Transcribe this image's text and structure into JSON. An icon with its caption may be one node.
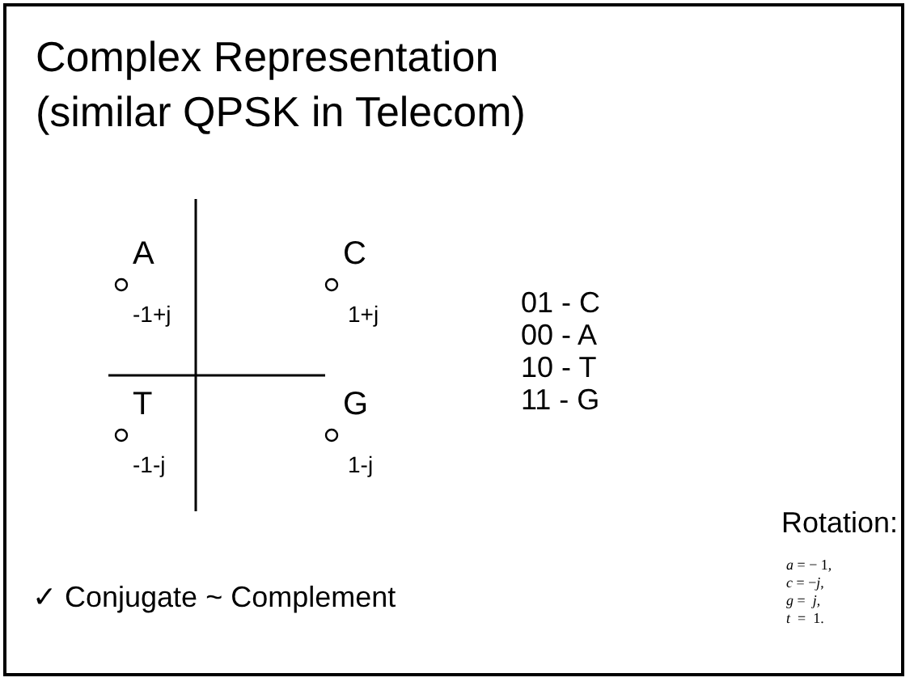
{
  "diagram": {
    "title": "Complex Representation (similar QPSK in Telecom)",
    "nodes": [
      {
        "text": [],
        "shape": "circle",
        "beside": [
          "A",
          "-1+j"
        ]
      },
      {
        "text": [],
        "shape": "circle",
        "beside": [
          "C",
          "1+j"
        ]
      },
      {
        "text": [],
        "shape": "circle",
        "beside": [
          "T",
          "-1-j"
        ]
      },
      {
        "text": [],
        "shape": "circle",
        "beside": [
          "G",
          "1-j"
        ]
      }
    ],
    "edges": [],
    "labels": [
      "01 - C",
      "00 - A",
      "10 - T",
      "11 - G",
      "Rotation:",
      "*a* = − 1,",
      "*c* = −*j*,",
      "*g* =  *j*,",
      "*t*  =  1.",
      "✓ Conjugate ~ Complement"
    ]
  }
}
